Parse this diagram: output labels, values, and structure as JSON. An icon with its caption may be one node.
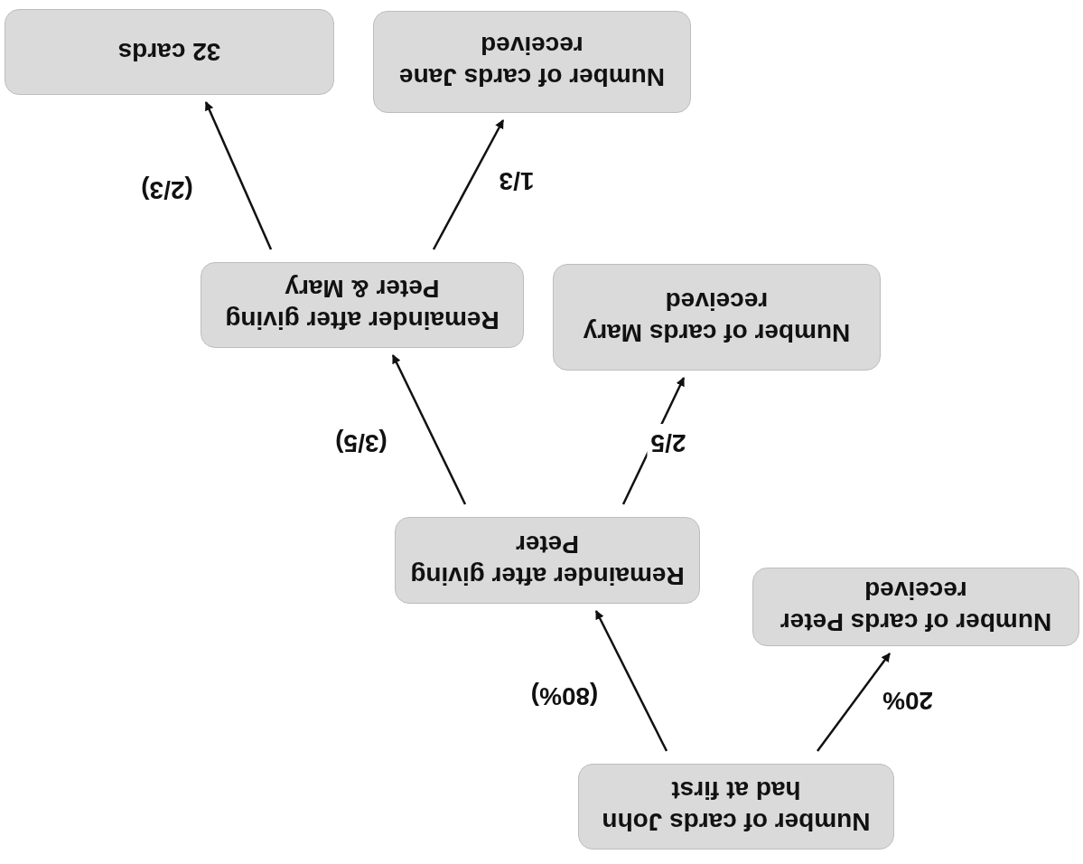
{
  "diagram": {
    "nodes": [
      {
        "text": [
          "Number of cards John had at first"
        ]
      },
      {
        "text": [
          "Number of cards Peter received"
        ]
      },
      {
        "text": [
          "Remainder after giving Peter"
        ]
      },
      {
        "text": [
          "Number of cards Mary received"
        ]
      },
      {
        "text": [
          "Remainder after giving Peter & Mary"
        ]
      },
      {
        "text": [
          "Number of cards Jane received"
        ]
      },
      {
        "text": [
          "32 cards"
        ]
      }
    ],
    "edges": [
      {
        "from": 0,
        "to": 1,
        "arrow": "to",
        "label": "20%"
      },
      {
        "from": 0,
        "to": 2,
        "arrow": "to",
        "label": "(80%)"
      },
      {
        "from": 2,
        "to": 3,
        "arrow": "to",
        "label": "2/5"
      },
      {
        "from": 2,
        "to": 4,
        "arrow": "to",
        "label": "(3/5)"
      },
      {
        "from": 4,
        "to": 5,
        "arrow": "to",
        "label": "1/3"
      },
      {
        "from": 4,
        "to": 6,
        "arrow": "to",
        "label": "(2/3)"
      }
    ]
  }
}
